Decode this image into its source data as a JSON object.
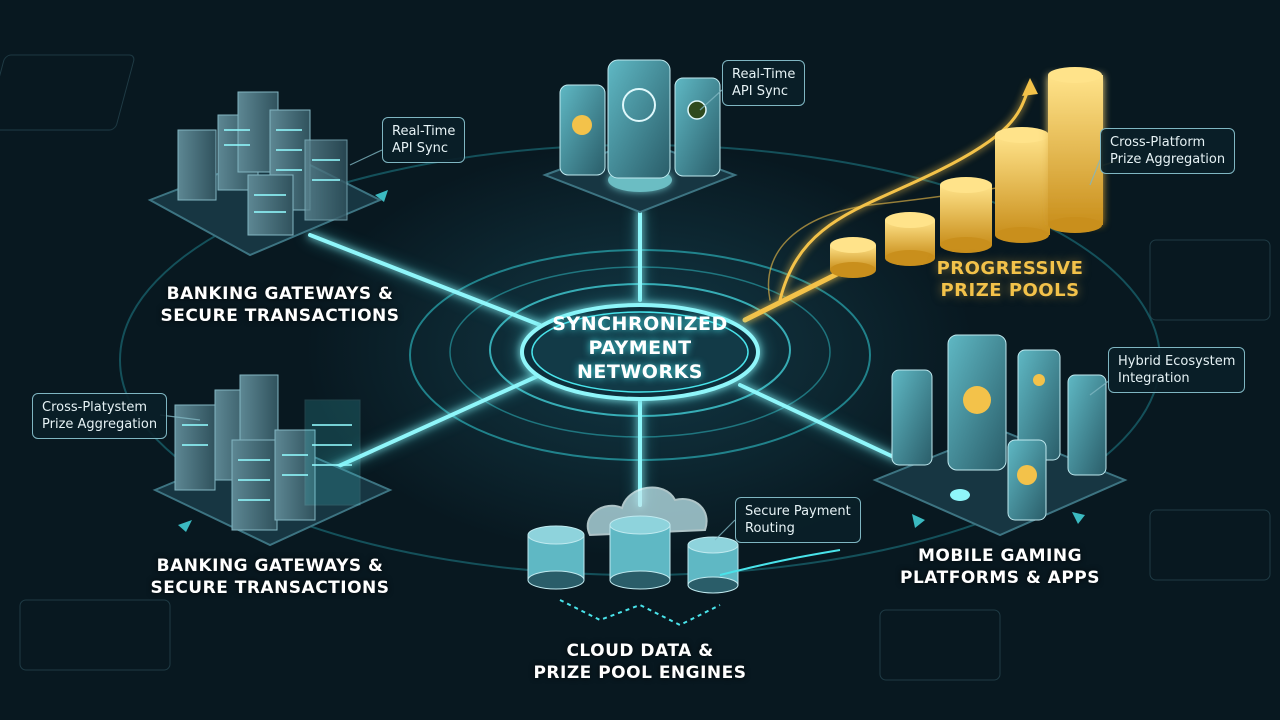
{
  "colors": {
    "background": "#0a1a22",
    "cyan_glow": "#49e3ea",
    "gold": "#f3c24a",
    "callout_border": "#7fb6c2"
  },
  "hub": {
    "line1": "SYNCHRONIZED",
    "line2": "PAYMENT",
    "line3": "NETWORKS"
  },
  "nodes": {
    "banking_top": {
      "line1": "BANKING GATEWAYS &",
      "line2": "SECURE TRANSACTIONS"
    },
    "banking_bottom": {
      "line1": "BANKING GATEWAYS &",
      "line2": "SECURE TRANSACTIONS"
    },
    "prize_pools": {
      "line1": "PROGRESSIVE",
      "line2": "PRIZE POOLS"
    },
    "mobile": {
      "line1": "MOBILE GAMING",
      "line2": "PLATFORMS & APPS"
    },
    "cloud": {
      "line1": "CLOUD DATA &",
      "line2": "PRIZE POOL ENGINES"
    }
  },
  "callouts": {
    "api_sync_left": {
      "line1": "Real-Time",
      "line2": "API Sync"
    },
    "api_sync_top": {
      "line1": "Real-Time",
      "line2": "API Sync"
    },
    "cross_platform_right": {
      "line1": "Cross-Platform",
      "line2": "Prize Aggregation"
    },
    "cross_platform_left": {
      "line1": "Cross-Platystem",
      "line2": "Prize Aggregation"
    },
    "hybrid": {
      "line1": "Hybrid Ecosystem",
      "line2": "Integration"
    },
    "secure_routing": {
      "line1": "Secure Payment",
      "line2": "Routing"
    }
  }
}
